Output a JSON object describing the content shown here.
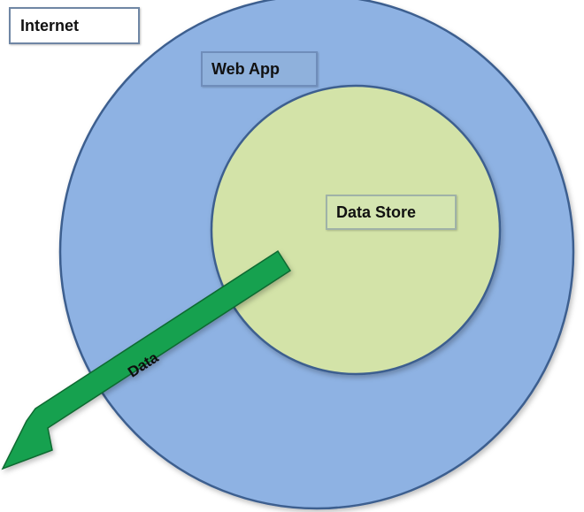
{
  "labels": {
    "internet": "Internet",
    "web_app": "Web App",
    "data_store": "Data Store",
    "data": "Data"
  },
  "colors": {
    "web_app_fill": "#8eb2e3",
    "web_app_stroke": "#3c5e8f",
    "data_store_fill": "#d3e3a8",
    "data_store_stroke": "#3c5e8f",
    "arrow_fill": "#19a14f",
    "arrow_stroke": "#0f6a30"
  }
}
